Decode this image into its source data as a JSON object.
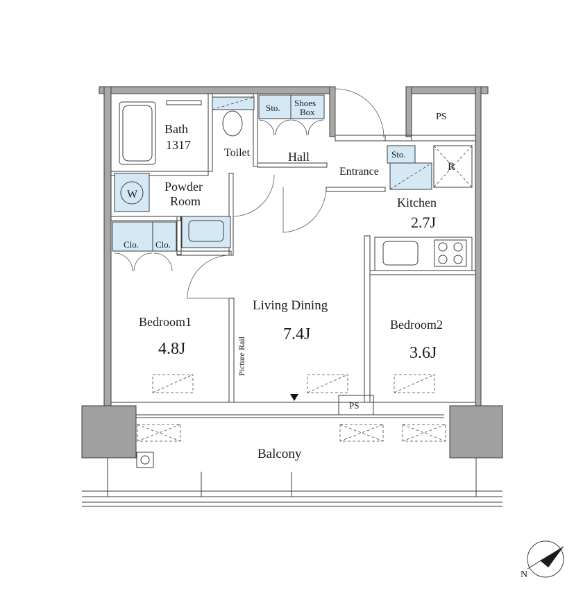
{
  "rooms": {
    "bath": "Bath",
    "bath_size": "1317",
    "toilet": "Toilet",
    "sto_upper": "Sto.",
    "shoes_box_line1": "Shoes",
    "shoes_box_line2": "Box",
    "hall": "Hall",
    "entrance": "Entrance",
    "sto_kitchen": "Sto.",
    "ps_top": "PS",
    "refrigerator": "R",
    "washer": "W",
    "powder_room_line1": "Powder",
    "powder_room_line2": "Room",
    "kitchen": "Kitchen",
    "kitchen_size": "2.7J",
    "closet_1": "Clo.",
    "closet_2": "Clo.",
    "living_dining": "Living Dining",
    "living_dining_size": "7.4J",
    "bedroom1": "Bedroom1",
    "bedroom1_size": "4.8J",
    "bedroom2": "Bedroom2",
    "bedroom2_size": "3.6J",
    "picture_rail": "Picture Rail",
    "ps_bottom": "PS",
    "balcony": "Balcony"
  },
  "compass": {
    "north_label": "N"
  }
}
